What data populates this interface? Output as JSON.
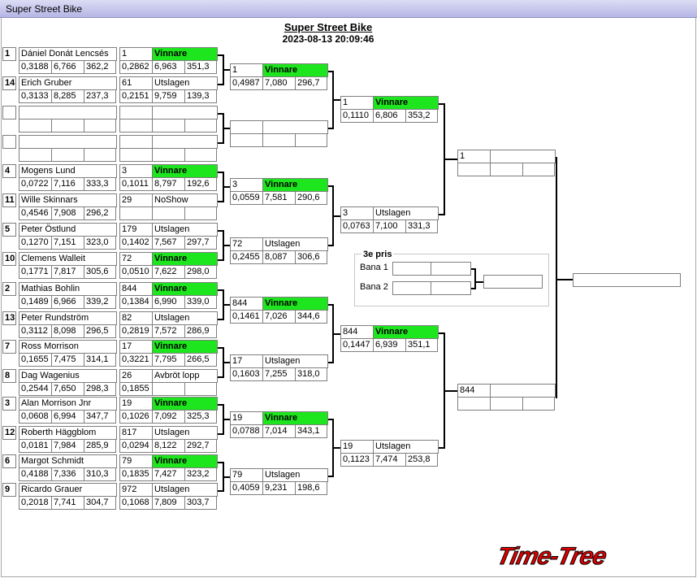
{
  "window": {
    "title": "Super Street Bike"
  },
  "header": {
    "title": "Super Street Bike",
    "datetime": "2023-08-13 20:09:46"
  },
  "round1": [
    {
      "seed": "1",
      "name": "Dániel Donát Lencsés",
      "driver": [
        "0,3188",
        "6,766",
        "362,2"
      ],
      "num": "1",
      "status": "Vinnare",
      "win": true,
      "stats": [
        "0,2862",
        "6,963",
        "351,3"
      ]
    },
    {
      "seed": "14",
      "name": "Erich Gruber",
      "driver": [
        "0,3133",
        "8,285",
        "237,3"
      ],
      "num": "61",
      "status": "Utslagen",
      "win": false,
      "stats": [
        "0,2151",
        "9,759",
        "139,3"
      ]
    },
    {
      "seed": "",
      "name": "",
      "driver": [
        "",
        "",
        ""
      ],
      "num": "",
      "status": "",
      "win": false,
      "stats": [
        "",
        "",
        ""
      ]
    },
    {
      "seed": "",
      "name": "",
      "driver": [
        "",
        "",
        ""
      ],
      "num": "",
      "status": "",
      "win": false,
      "stats": [
        "",
        "",
        ""
      ]
    },
    {
      "seed": "4",
      "name": "Mogens Lund",
      "driver": [
        "0,0722",
        "7,116",
        "333,3"
      ],
      "num": "3",
      "status": "Vinnare",
      "win": true,
      "stats": [
        "0,1011",
        "8,797",
        "192,6"
      ]
    },
    {
      "seed": "11",
      "name": "Wille Skinnars",
      "driver": [
        "0,4546",
        "7,908",
        "296,2"
      ],
      "num": "29",
      "status": "NoShow",
      "win": false,
      "stats": [
        "",
        "",
        ""
      ]
    },
    {
      "seed": "5",
      "name": "Peter Östlund",
      "driver": [
        "0,1270",
        "7,151",
        "323,0"
      ],
      "num": "179",
      "status": "Utslagen",
      "win": false,
      "stats": [
        "0,1402",
        "7,567",
        "297,7"
      ]
    },
    {
      "seed": "10",
      "name": "Clemens Walleit",
      "driver": [
        "0,1771",
        "7,817",
        "305,6"
      ],
      "num": "72",
      "status": "Vinnare",
      "win": true,
      "stats": [
        "0,0510",
        "7,622",
        "298,0"
      ]
    },
    {
      "seed": "2",
      "name": "Mathias Bohlin",
      "driver": [
        "0,1489",
        "6,966",
        "339,2"
      ],
      "num": "844",
      "status": "Vinnare",
      "win": true,
      "stats": [
        "0,1384",
        "6,990",
        "339,0"
      ]
    },
    {
      "seed": "13",
      "name": "Peter Rundström",
      "driver": [
        "0,3112",
        "8,098",
        "296,5"
      ],
      "num": "82",
      "status": "Utslagen",
      "win": false,
      "stats": [
        "0,2819",
        "7,572",
        "286,9"
      ]
    },
    {
      "seed": "7",
      "name": "Ross Morrison",
      "driver": [
        "0,1655",
        "7,475",
        "314,1"
      ],
      "num": "17",
      "status": "Vinnare",
      "win": true,
      "stats": [
        "0,3221",
        "7,795",
        "266,5"
      ]
    },
    {
      "seed": "8",
      "name": "Dag Wagenius",
      "driver": [
        "0,2544",
        "7,650",
        "298,3"
      ],
      "num": "26",
      "status": "Avbröt lopp",
      "win": false,
      "stats": [
        "0,1855",
        "",
        ""
      ]
    },
    {
      "seed": "3",
      "name": "Alan Morrison Jnr",
      "driver": [
        "0,0608",
        "6,994",
        "347,7"
      ],
      "num": "19",
      "status": "Vinnare",
      "win": true,
      "stats": [
        "0,1026",
        "7,092",
        "325,3"
      ]
    },
    {
      "seed": "12",
      "name": "Roberth Häggblom",
      "driver": [
        "0,0181",
        "7,984",
        "285,9"
      ],
      "num": "817",
      "status": "Utslagen",
      "win": false,
      "stats": [
        "0,0294",
        "8,122",
        "292,7"
      ]
    },
    {
      "seed": "6",
      "name": "Margot Schmidt",
      "driver": [
        "0,4188",
        "7,336",
        "310,3"
      ],
      "num": "79",
      "status": "Vinnare",
      "win": true,
      "stats": [
        "0,1835",
        "7,427",
        "323,2"
      ]
    },
    {
      "seed": "9",
      "name": "Ricardo Grauer",
      "driver": [
        "0,2018",
        "7,741",
        "304,7"
      ],
      "num": "972",
      "status": "Utslagen",
      "win": false,
      "stats": [
        "0,1068",
        "7,809",
        "303,7"
      ]
    }
  ],
  "round2": [
    {
      "num": "1",
      "status": "Vinnare",
      "win": true,
      "stats": [
        "0,4987",
        "7,080",
        "296,7"
      ]
    },
    {
      "num": "",
      "status": "",
      "win": false,
      "stats": [
        "",
        "",
        ""
      ]
    },
    {
      "num": "3",
      "status": "Vinnare",
      "win": true,
      "stats": [
        "0,0559",
        "7,581",
        "290,6"
      ]
    },
    {
      "num": "72",
      "status": "Utslagen",
      "win": false,
      "stats": [
        "0,2455",
        "8,087",
        "306,6"
      ]
    },
    {
      "num": "844",
      "status": "Vinnare",
      "win": true,
      "stats": [
        "0,1461",
        "7,026",
        "344,6"
      ]
    },
    {
      "num": "17",
      "status": "Utslagen",
      "win": false,
      "stats": [
        "0,1603",
        "7,255",
        "318,0"
      ]
    },
    {
      "num": "19",
      "status": "Vinnare",
      "win": true,
      "stats": [
        "0,0788",
        "7,014",
        "343,1"
      ]
    },
    {
      "num": "79",
      "status": "Utslagen",
      "win": false,
      "stats": [
        "0,4059",
        "9,231",
        "198,6"
      ]
    }
  ],
  "round3": [
    {
      "num": "1",
      "status": "Vinnare",
      "win": true,
      "stats": [
        "0,1110",
        "6,806",
        "353,2"
      ]
    },
    {
      "num": "3",
      "status": "Utslagen",
      "win": false,
      "stats": [
        "0,0763",
        "7,100",
        "331,3"
      ]
    },
    {
      "num": "844",
      "status": "Vinnare",
      "win": true,
      "stats": [
        "0,1447",
        "6,939",
        "351,1"
      ]
    },
    {
      "num": "19",
      "status": "Utslagen",
      "win": false,
      "stats": [
        "0,1123",
        "7,474",
        "253,8"
      ]
    }
  ],
  "round4": [
    {
      "num": "1",
      "status": "",
      "win": false,
      "stats": [
        "",
        "",
        ""
      ]
    },
    {
      "num": "844",
      "status": "",
      "win": false,
      "stats": [
        "",
        "",
        ""
      ]
    }
  ],
  "final": {
    "value": ""
  },
  "third_prize": {
    "title": "3e pris",
    "lane1_label": "Bana 1",
    "lane2_label": "Bana 2",
    "lane1": [
      "",
      ""
    ],
    "lane2": [
      "",
      ""
    ],
    "result": ""
  },
  "logo": {
    "text": "Time-Tree"
  }
}
